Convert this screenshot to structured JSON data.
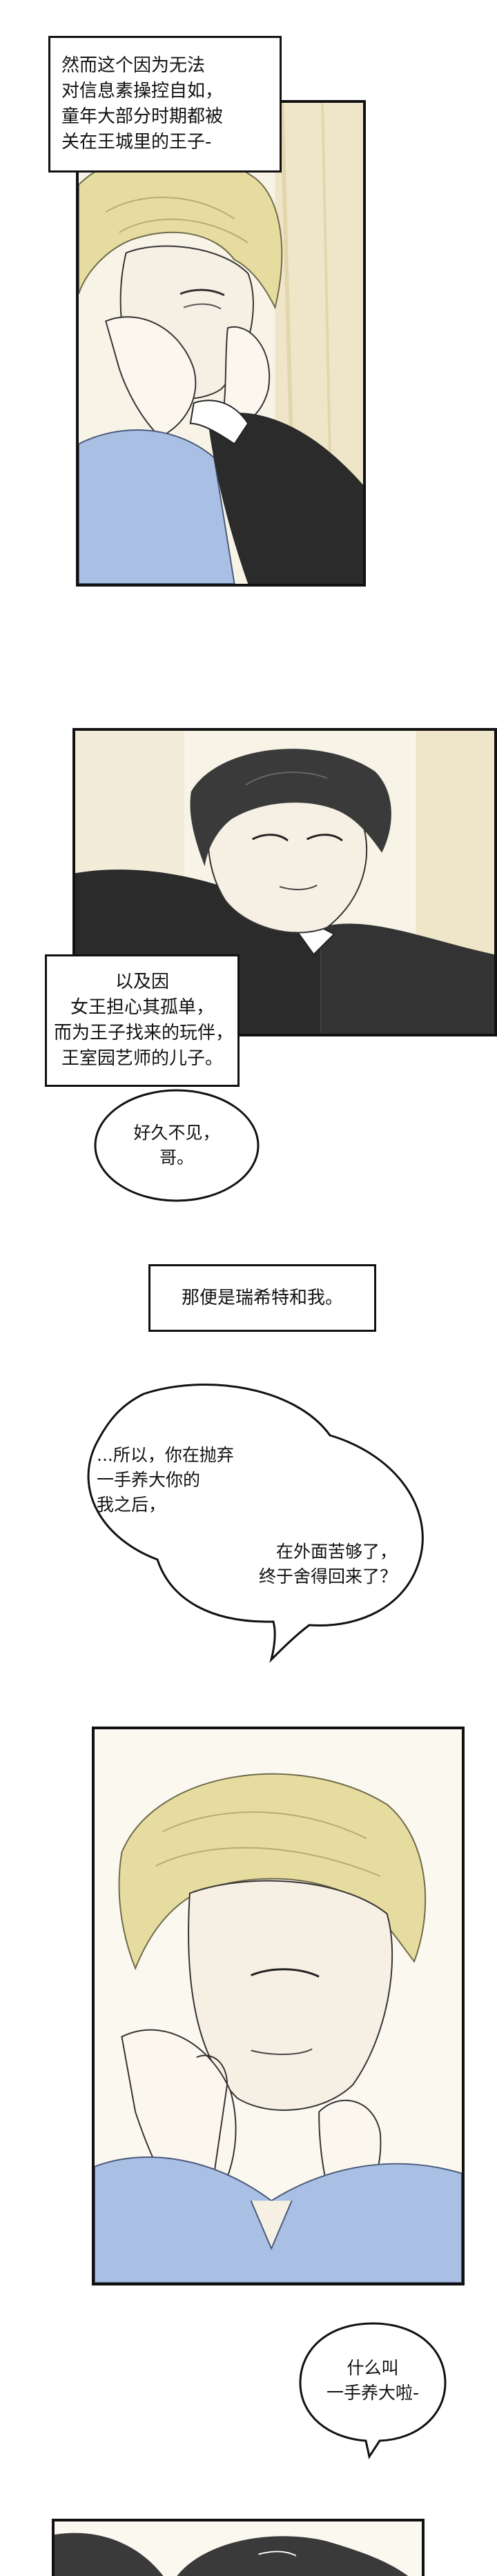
{
  "captions": {
    "cap1": [
      "然而这个因为无法",
      "对信息素操控自如，",
      "童年大部分时期都被",
      "关在王城里的王子-"
    ],
    "cap2": [
      "以及因",
      "女王担心其孤单，",
      "而为王子找来的玩伴，",
      "王室园艺师的儿子。"
    ],
    "cap3": [
      "那便是瑞希特和我。"
    ]
  },
  "bubbles": {
    "b1": [
      "好久不见，",
      "哥。"
    ],
    "b2a": [
      "...所以，你在抛弃",
      "一手养大你的",
      "我之后，"
    ],
    "b2b": [
      "在外面苦够了，",
      "终于舍得回来了？"
    ],
    "b3": [
      "什么叫",
      "一手养大啦-"
    ]
  },
  "colors": {
    "border": "#111111",
    "blond_hair": "#e6dca0",
    "dark_hair": "#3a3a3a",
    "shirt_blue": "#a9bfe3",
    "suit_black": "#2b2b2b",
    "skin": "#f6efe4",
    "background_cream": "#f7f3e6"
  }
}
